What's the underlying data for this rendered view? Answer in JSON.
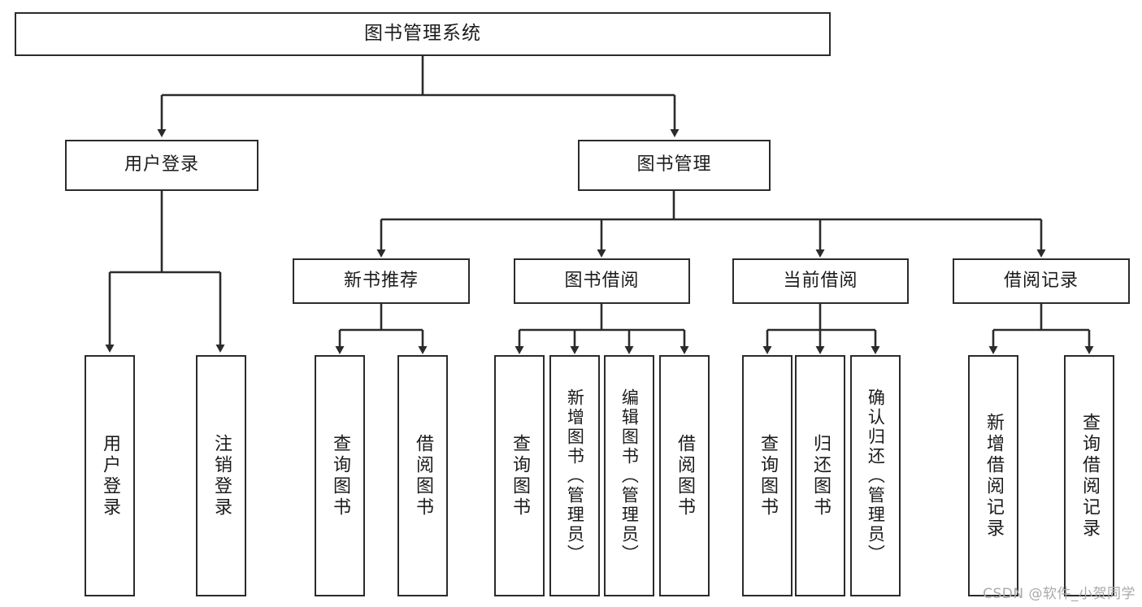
{
  "diagram": {
    "title": "图书管理系统",
    "type": "hierarchy-tree",
    "watermark": "CSDN @软件_小贺同学",
    "colors": {
      "stroke": "#2b2b2b",
      "fill": "#ffffff",
      "text": "#1b1b1b",
      "watermark": "#a9a9a9"
    },
    "root": {
      "label": "图书管理系统"
    },
    "level2": [
      {
        "label": "用户登录"
      },
      {
        "label": "图书管理"
      }
    ],
    "level3": [
      {
        "label": "新书推荐"
      },
      {
        "label": "图书借阅"
      },
      {
        "label": "当前借阅"
      },
      {
        "label": "借阅记录"
      }
    ],
    "leaves": {
      "user_login": [
        {
          "label": "用户登录"
        },
        {
          "label": "注销登录"
        }
      ],
      "new_book": [
        {
          "label": "查询图书"
        },
        {
          "label": "借阅图书"
        }
      ],
      "book_borrow": [
        {
          "label": "查询图书"
        },
        {
          "label": "新增图书（管理员）"
        },
        {
          "label": "编辑图书（管理员）"
        },
        {
          "label": "借阅图书"
        }
      ],
      "current_borrow": [
        {
          "label": "查询图书"
        },
        {
          "label": "归还图书"
        },
        {
          "label": "确认归还（管理员）"
        }
      ],
      "borrow_record": [
        {
          "label": "新增借阅记录"
        },
        {
          "label": "查询借阅记录"
        }
      ]
    }
  }
}
